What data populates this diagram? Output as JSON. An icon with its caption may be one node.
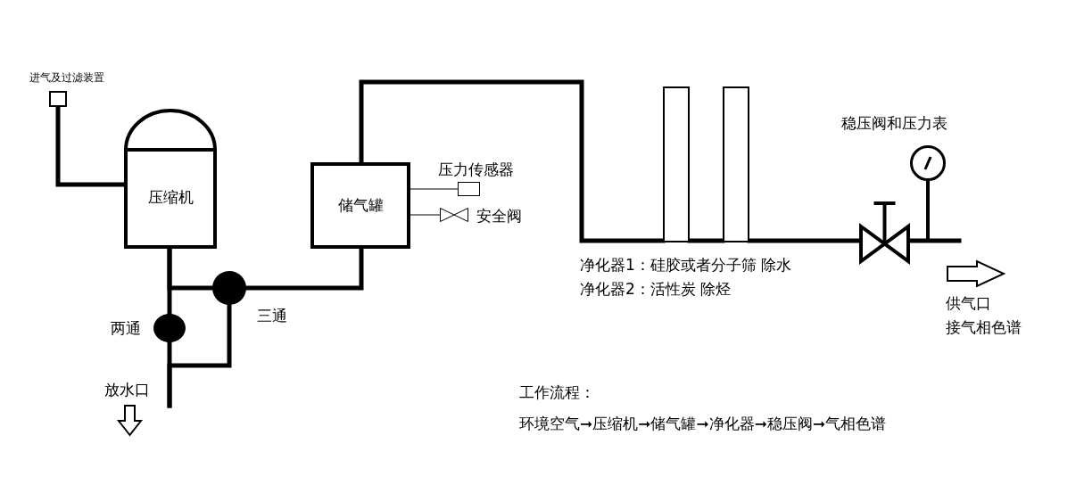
{
  "diagram": {
    "nodes": [
      {
        "text": [],
        "shape": "box",
        "beside": [
          "进气及过滤装置"
        ]
      },
      {
        "text": [
          "压缩机"
        ]
      },
      {
        "text": [
          "储气罐"
        ]
      },
      {
        "text": [],
        "shape": "box",
        "beside": [
          "压力传感器"
        ]
      },
      {
        "text": [],
        "shape": "valve",
        "beside": [
          "安全阀"
        ]
      },
      {
        "text": [],
        "shape": "circle",
        "beside": [
          "三通"
        ]
      },
      {
        "text": [],
        "shape": "circle",
        "beside": [
          "两通"
        ]
      },
      {
        "text": [],
        "shape": "box"
      },
      {
        "text": [],
        "shape": "box"
      },
      {
        "text": [],
        "shape": "valve"
      },
      {
        "text": [],
        "shape": "circle"
      }
    ],
    "edges": [
      {
        "from": 0,
        "to": 1,
        "arrow": "none"
      },
      {
        "from": 1,
        "to": 6,
        "arrow": "none"
      },
      {
        "from": 1,
        "to": 5,
        "arrow": "none"
      },
      {
        "from": 5,
        "to": 2,
        "arrow": "none"
      },
      {
        "from": 6,
        "to": null,
        "arrow": "none"
      },
      {
        "from": 5,
        "to": null,
        "arrow": "none"
      },
      {
        "from": 2,
        "to": 3,
        "arrow": "none"
      },
      {
        "from": 2,
        "to": 4,
        "arrow": "none"
      },
      {
        "from": 2,
        "to": 7,
        "arrow": "none"
      },
      {
        "from": 7,
        "to": 8,
        "arrow": "none"
      },
      {
        "from": 8,
        "to": 9,
        "arrow": "none"
      },
      {
        "from": 9,
        "to": 10,
        "arrow": "none"
      },
      {
        "from": 9,
        "to": null,
        "arrow": "none"
      }
    ],
    "labels": [
      "稳压阀和压力表",
      "净化器1：硅胶或者分子筛 除水",
      "净化器2：活性炭 除烃",
      "供气口",
      "接气相色谱",
      "放水口",
      "工作流程：",
      "环境空气➞压缩机➞储气罐➞净化器➞稳压阀➞气相色谱"
    ]
  }
}
